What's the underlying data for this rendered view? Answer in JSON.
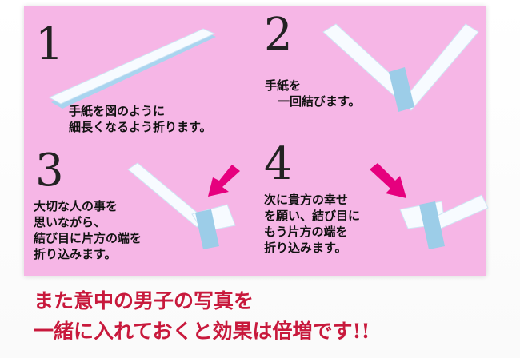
{
  "steps": [
    {
      "number": "1",
      "lines": [
        "手紙を図のように",
        "細長くなるよう折ります。"
      ]
    },
    {
      "number": "2",
      "lines": [
        "手紙を",
        "一回結びます。"
      ]
    },
    {
      "number": "3",
      "lines": [
        "大切な人の事を",
        "思いながら、",
        "結び目に片方の端を",
        "折り込みます。"
      ]
    },
    {
      "number": "4",
      "lines": [
        "次に貴方の幸せ",
        "を願い、結び目に",
        "もう片方の端を",
        "折り込みます。"
      ]
    }
  ],
  "tagline": [
    "また意中の男子の写真を",
    "一緒に入れておくと効果は倍増です!!"
  ],
  "colors": {
    "panel": "#f6b6e6",
    "paper": "#f7fbff",
    "paper_shadow": "#a9d4ef",
    "knot": "#9ccde8",
    "arrow": "#e6007e",
    "tagline": "#c8193c"
  }
}
